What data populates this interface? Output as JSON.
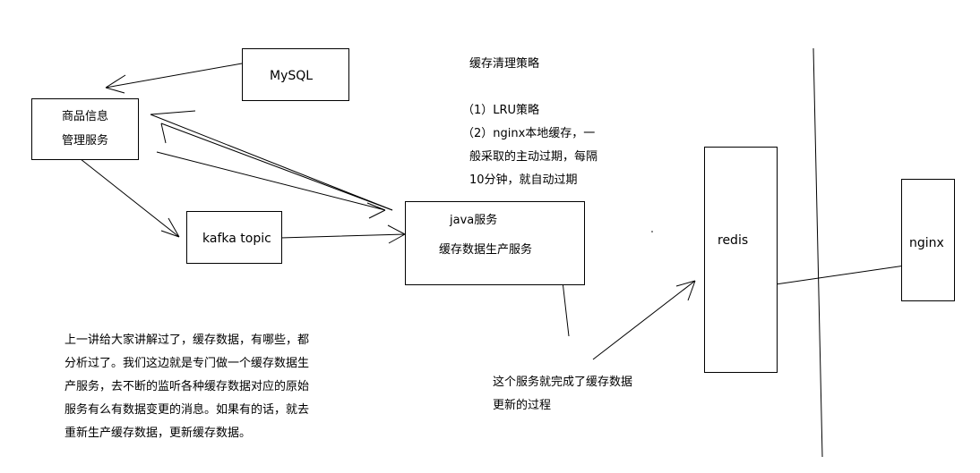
{
  "boxes": {
    "mysql": "MySQL",
    "product_service": [
      "商品信息",
      "管理服务"
    ],
    "kafka": "kafka topic",
    "java_service": [
      "java服务",
      "缓存数据生产服务"
    ],
    "redis": "redis",
    "nginx": "nginx"
  },
  "strategy": {
    "title": "缓存清理策略",
    "lines": [
      "（1）LRU策略",
      "（2）nginx本地缓存，一",
      "般采取的主动过期，每隔",
      "10分钟，就自动过期"
    ]
  },
  "explanation": [
    "上一讲给大家讲解过了，缓存数据，有哪些，都",
    "分析过了。我们这边就是专门做一个缓存数据生",
    "产服务，去不断的监听各种缓存数据对应的原始",
    "服务有么有数据变更的消息。如果有的话，就去",
    "重新生产缓存数据，更新缓存数据。"
  ],
  "annotation": [
    "这个服务就完成了缓存数据",
    "更新的过程"
  ]
}
